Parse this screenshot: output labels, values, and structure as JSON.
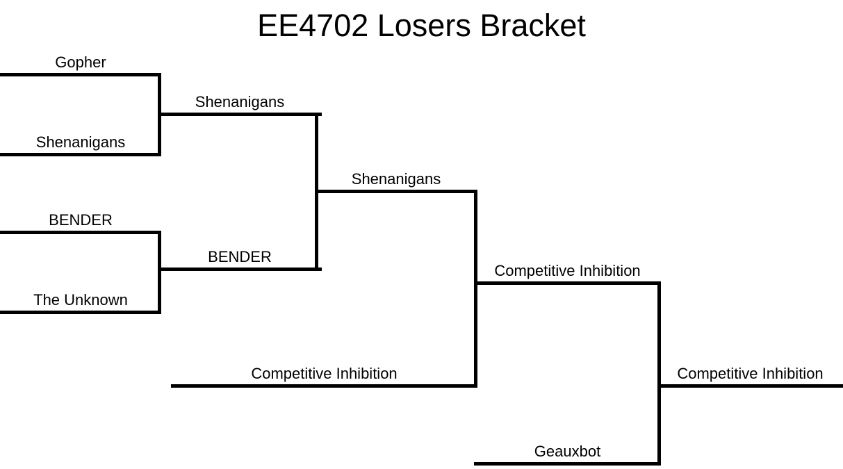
{
  "page": {
    "title": "EE4702 Losers Bracket",
    "background_color": "#ffffff",
    "line_color": "#000000",
    "text_color": "#000000"
  },
  "bracket": {
    "type": "single-elimination-losers-bracket",
    "rounds": [
      {
        "name": "Round 1",
        "matches": [
          {
            "name": "match-r1-1",
            "competitors": [
              "Gopher",
              "Shenanigans"
            ],
            "winner": "Shenanigans"
          },
          {
            "name": "match-r1-2",
            "competitors": [
              "BENDER",
              "The Unknown"
            ],
            "winner": "BENDER"
          }
        ]
      },
      {
        "name": "Round 2",
        "matches": [
          {
            "name": "match-r2-1",
            "competitors": [
              "Shenanigans",
              "BENDER"
            ],
            "winner": "Shenanigans"
          }
        ]
      },
      {
        "name": "Round 3",
        "matches": [
          {
            "name": "match-r3-1",
            "competitors": [
              "Shenanigans",
              "Competitive Inhibition"
            ],
            "winner": "Competitive Inhibition"
          }
        ]
      },
      {
        "name": "Round 4",
        "matches": [
          {
            "name": "match-r4-1",
            "competitors": [
              "Competitive Inhibition",
              "Geauxbot"
            ],
            "winner": "Competitive Inhibition"
          }
        ]
      }
    ],
    "champion": "Competitive Inhibition"
  },
  "slots": {
    "r1m1_top": "Gopher",
    "r1m1_bottom": "Shenanigans",
    "r1m2_top": "BENDER",
    "r1m2_bottom": "The Unknown",
    "r2m1_top": "Shenanigans",
    "r2m1_bottom": "BENDER",
    "r3m1_top": "Shenanigans",
    "r3m1_bottom": "Competitive Inhibition",
    "r4m1_top": "Competitive Inhibition",
    "r4m1_bottom": "Geauxbot",
    "final_winner": "Competitive Inhibition"
  }
}
